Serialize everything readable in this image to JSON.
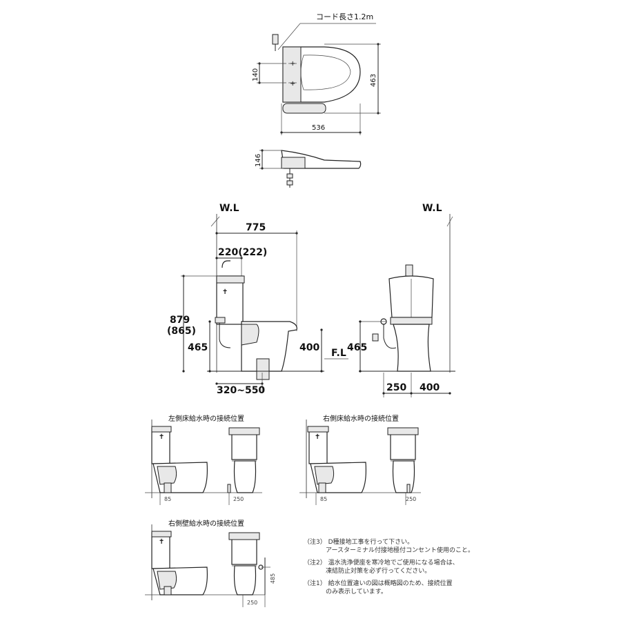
{
  "seat_plan": {
    "cord_label": "コード長さ1.2m",
    "width": "536",
    "depth": "463",
    "screw_pitch": "140"
  },
  "seat_side": {
    "height": "146"
  },
  "side_view": {
    "wall_label": "W.L",
    "length": "775",
    "tank_depth": "220(222)",
    "total_height": "879\n(865)",
    "total_height_line1": "879",
    "total_height_line2": "(865)",
    "supply_height": "465",
    "bowl_height": "400",
    "floor_label": "F.L",
    "drain_range": "320~550"
  },
  "front_view": {
    "wall_label": "W.L",
    "supply_height": "465",
    "supply_offset": "250",
    "center_dist": "400"
  },
  "details": [
    {
      "title": "左側床給水時の接続位置",
      "dims": [
        "85",
        "250"
      ]
    },
    {
      "title": "右側床給水時の接続位置",
      "dims": [
        "85",
        "250"
      ]
    },
    {
      "title": "右側壁給水時の接続位置",
      "dims": [
        "485",
        "250"
      ]
    }
  ],
  "notes": [
    {
      "line1": "（注3） D種接地工事を行って下さい。",
      "line2": "アースターミナル付接地極付コンセント使用のこと。"
    },
    {
      "line1": "（注2） 温水洗浄便座を寒冷地でご使用になる場合は、",
      "line2": "凍結防止対策を必ず行ってください。"
    },
    {
      "line1": "（注1） 給水位置違いの図は概略図のため、接続位置",
      "line2": "のみ表示しています。"
    }
  ]
}
